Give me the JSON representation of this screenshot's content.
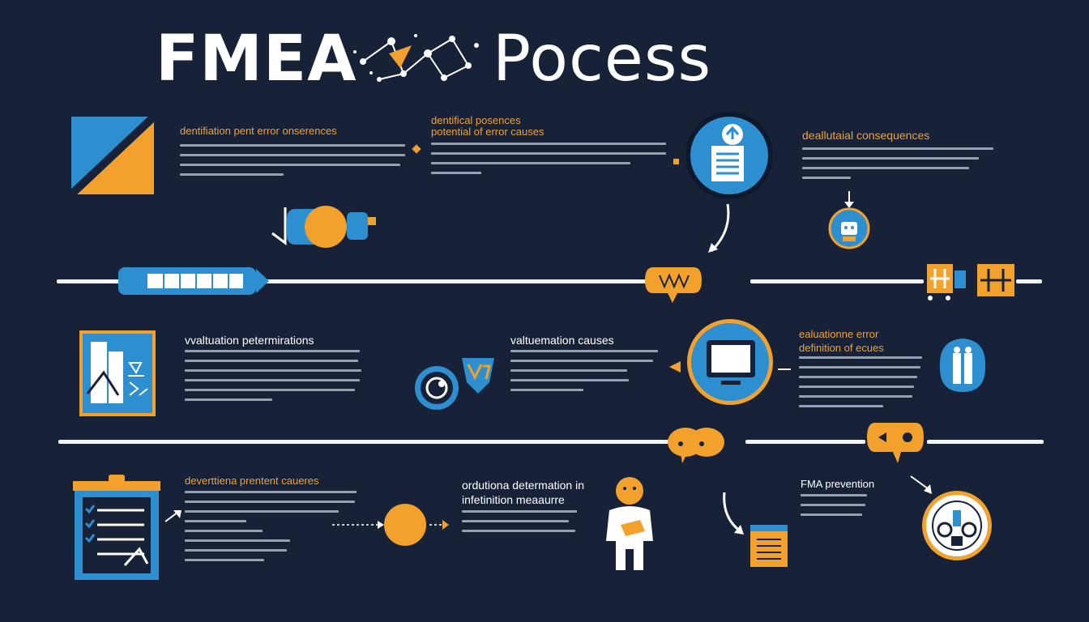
{
  "title": {
    "left": "FMEA",
    "right": "Pocess"
  },
  "steps": [
    {
      "heading": "dentifiation pent error onserences"
    },
    {
      "heading": "dentifical posences\npotential of error causes"
    },
    {
      "heading": "deallutaial consequences"
    },
    {
      "heading": "vvaltuation petermirations"
    },
    {
      "heading": "valtuemation causes"
    },
    {
      "heading": "ealuationne error\ndefinition of ecues"
    },
    {
      "heading": "deverttiena prentent caueres"
    },
    {
      "heading": "ordutiona determation in\ninfetinition meaaurre"
    },
    {
      "heading": "FMA prevention"
    }
  ],
  "icons": {
    "tile_1": "folded-square-icon",
    "clipboard_badge": "clipboard-icon",
    "robot_badge": "robot-icon",
    "chemistry_panel": "lab-equipment-icon",
    "monitor_badge": "monitor-icon",
    "flask_badge": "flask-icon",
    "checklist_board": "checklist-icon",
    "person": "person-icon",
    "gauge": "gauge-icon",
    "notepad": "notepad-icon"
  },
  "colors": {
    "background": "#172238",
    "accent_orange": "#f2a12d",
    "accent_blue": "#2d8fd0",
    "text": "#ffffff"
  }
}
